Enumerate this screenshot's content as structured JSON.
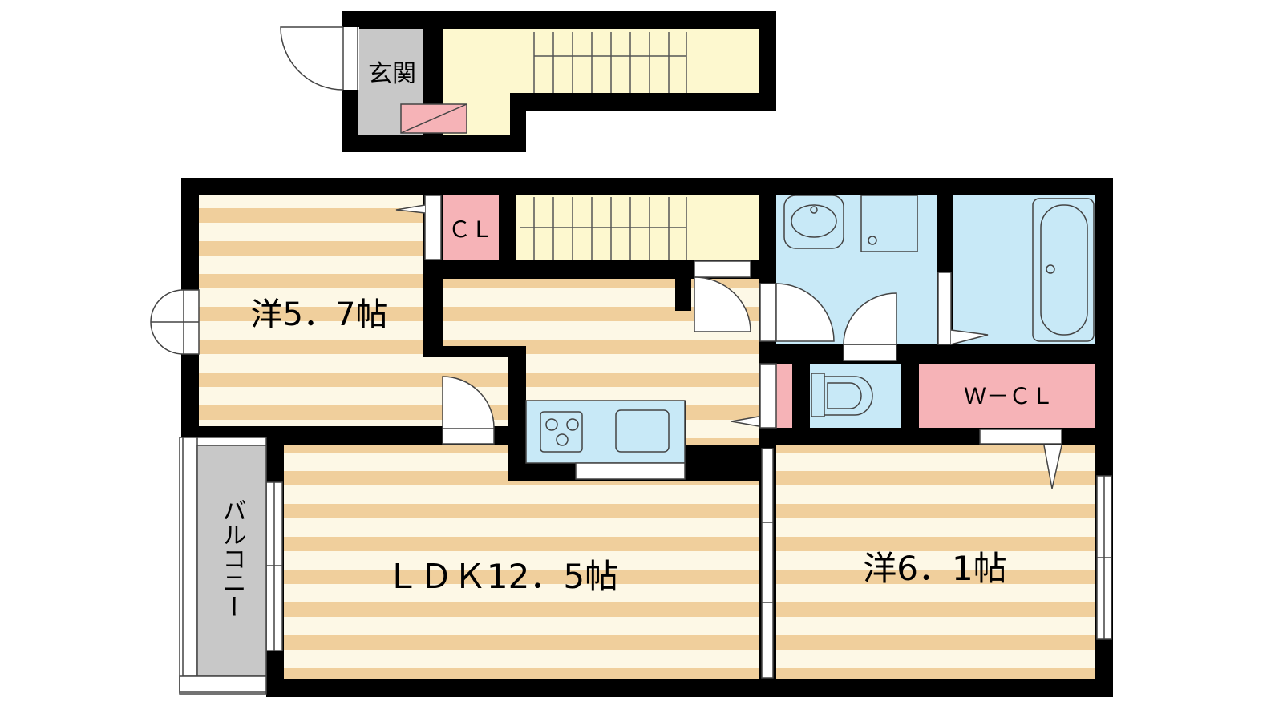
{
  "rooms": {
    "entrance": "玄関",
    "closet": "ＣＬ",
    "western_room_a": "洋5．7帖",
    "ldk": "ＬＤＫ12．5帖",
    "western_room_b": "洋6．1帖",
    "walk_in_closet": "Ｗ－ＣＬ",
    "balcony": "バルコニー"
  },
  "colors": {
    "wall": "#000000",
    "floor_stripe": "#f0cf9c",
    "floor_base": "#fdf8e6",
    "stairs_fill": "#fdf8cf",
    "wet_area": "#c8e9f7",
    "storage": "#f6b3b7",
    "entrance_floor": "#c8c8c8",
    "balcony_floor": "#c8c8c8"
  }
}
